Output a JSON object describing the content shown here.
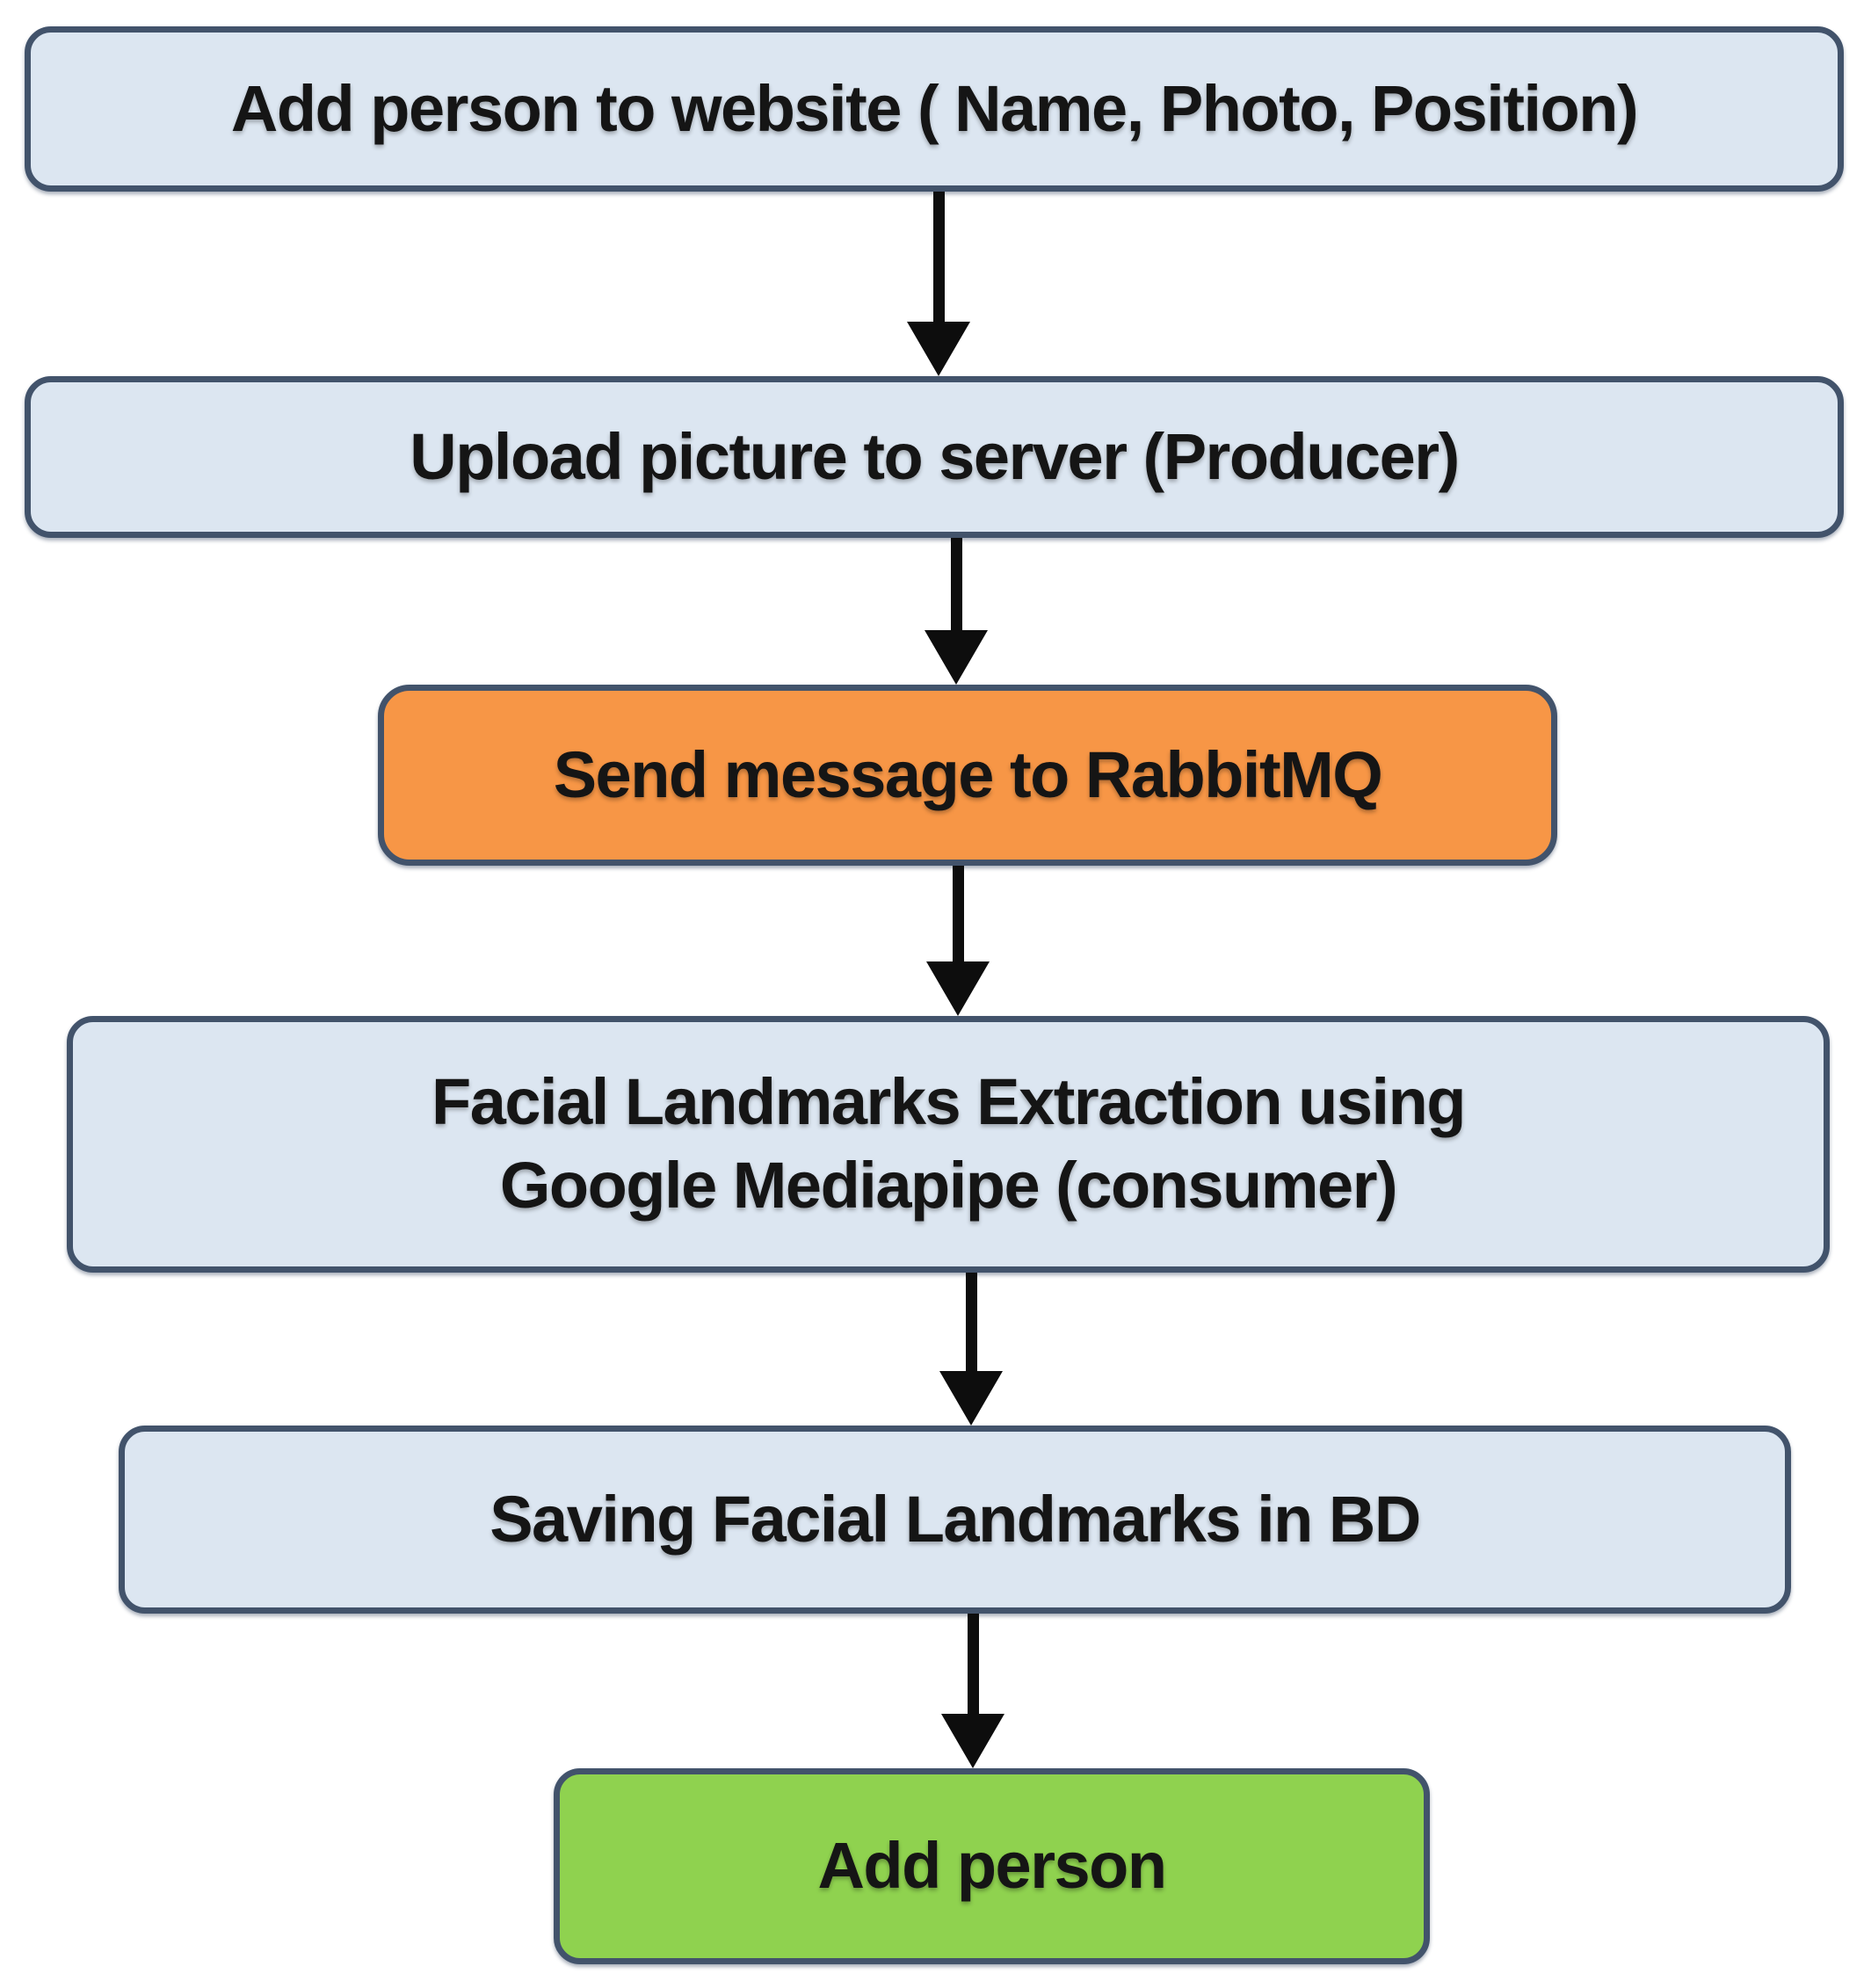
{
  "diagram": {
    "type": "flowchart",
    "direction": "top-down",
    "nodes": [
      {
        "id": "add-person-to-website",
        "label": "Add person to website ( Name, Photo, Position)",
        "role": "step",
        "fill": "#DCE6F1"
      },
      {
        "id": "upload-picture-to-server",
        "label": "Upload picture to server (Producer)",
        "role": "step",
        "fill": "#DCE6F1"
      },
      {
        "id": "send-message-to-rabbitmq",
        "label": "Send message to RabbitMQ",
        "role": "queue-step",
        "fill": "#F79646"
      },
      {
        "id": "facial-landmarks-extraction",
        "label": "Facial Landmarks Extraction using\nGoogle Mediapipe (consumer)",
        "role": "step",
        "fill": "#DCE6F1"
      },
      {
        "id": "saving-facial-landmarks",
        "label": "Saving Facial Landmarks in BD",
        "role": "step",
        "fill": "#DCE6F1"
      },
      {
        "id": "add-person",
        "label": "Add person",
        "role": "end-step",
        "fill": "#8FD24F"
      }
    ],
    "edges": [
      {
        "from": "add-person-to-website",
        "to": "upload-picture-to-server"
      },
      {
        "from": "upload-picture-to-server",
        "to": "send-message-to-rabbitmq"
      },
      {
        "from": "send-message-to-rabbitmq",
        "to": "facial-landmarks-extraction"
      },
      {
        "from": "facial-landmarks-extraction",
        "to": "saving-facial-landmarks"
      },
      {
        "from": "saving-facial-landmarks",
        "to": "add-person"
      }
    ],
    "colors": {
      "background": "#FFFFFF",
      "node_fill_default": "#DCE6F1",
      "node_fill_queue": "#F79646",
      "node_fill_end": "#8FD24F",
      "node_border": "#42536B",
      "arrow": "#0D0D0D",
      "text": "#151515"
    }
  }
}
